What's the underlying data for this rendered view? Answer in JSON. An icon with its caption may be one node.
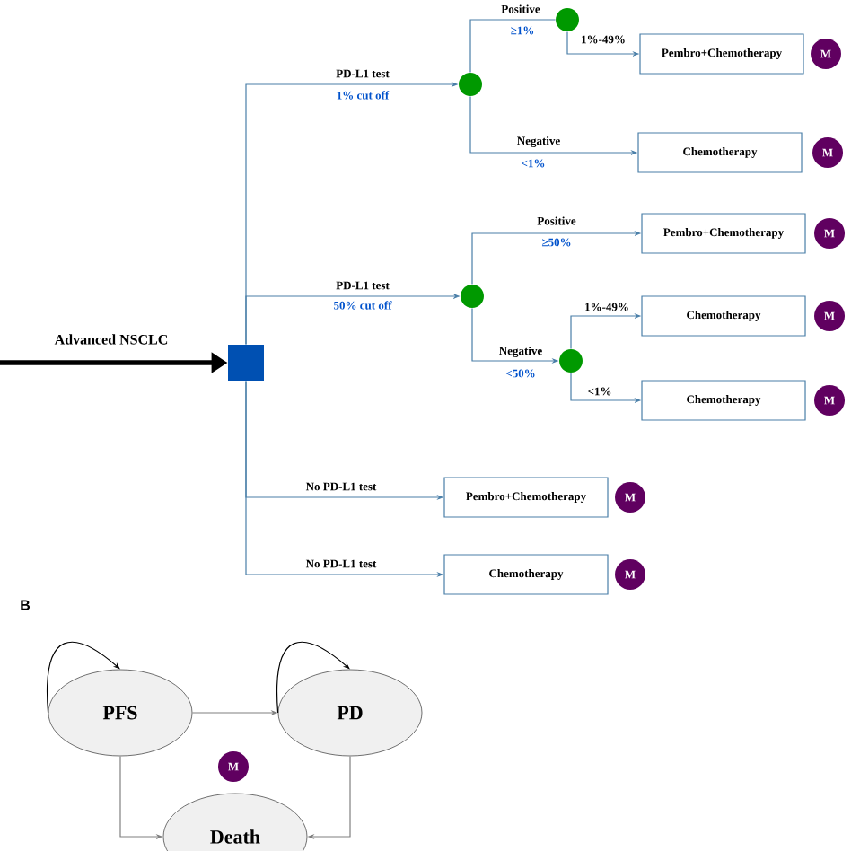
{
  "diagram": {
    "nodes": [
      {
        "text": [],
        "shape": "box"
      },
      {
        "text": [],
        "shape": "circle"
      },
      {
        "text": [],
        "shape": "circle"
      },
      {
        "text": [
          "Pembro+Chemotherapy"
        ]
      },
      {
        "text": [
          "M"
        ]
      },
      {
        "text": [
          "Chemotherapy"
        ]
      },
      {
        "text": [
          "M"
        ]
      },
      {
        "text": [],
        "shape": "circle"
      },
      {
        "text": [
          "Pembro+Chemotherapy"
        ]
      },
      {
        "text": [
          "M"
        ]
      },
      {
        "text": [],
        "shape": "circle"
      },
      {
        "text": [
          "Chemotherapy"
        ]
      },
      {
        "text": [
          "M"
        ]
      },
      {
        "text": [
          "Chemotherapy"
        ]
      },
      {
        "text": [
          "M"
        ]
      },
      {
        "text": [
          "Pembro+Chemotherapy"
        ]
      },
      {
        "text": [
          "M"
        ]
      },
      {
        "text": [
          "Chemotherapy"
        ]
      },
      {
        "text": [
          "M"
        ]
      },
      {
        "text": [
          "PFS"
        ]
      },
      {
        "text": [
          "PD"
        ]
      },
      {
        "text": [
          "M"
        ]
      },
      {
        "text": [
          "Death"
        ]
      }
    ],
    "edges": [
      {
        "from": null,
        "to": 0,
        "arrow": "to",
        "label": "Advanced NSCLC",
        "style": "thick",
        "color": "#000000"
      },
      {
        "from": 0,
        "to": 1,
        "arrow": "to",
        "label": "PD-L1 test"
      },
      {
        "from": 1,
        "to": 2,
        "arrow": "none",
        "label": "Positive"
      },
      {
        "from": 2,
        "to": 3,
        "arrow": "to",
        "label": "1%-49%"
      },
      {
        "from": 1,
        "to": 5,
        "arrow": "to",
        "label": "Negative"
      },
      {
        "from": 0,
        "to": 7,
        "arrow": "to",
        "label": "PD-L1 test"
      },
      {
        "from": 7,
        "to": 8,
        "arrow": "to",
        "label": "Positive"
      },
      {
        "from": 7,
        "to": 10,
        "arrow": "to",
        "label": "Negative"
      },
      {
        "from": 10,
        "to": 11,
        "arrow": "to",
        "label": "1%-49%"
      },
      {
        "from": 10,
        "to": 13,
        "arrow": "to",
        "label": "<1%"
      },
      {
        "from": 0,
        "to": 15,
        "arrow": "to",
        "label": "No PD-L1 test"
      },
      {
        "from": 0,
        "to": 17,
        "arrow": "to",
        "label": "No PD-L1 test"
      },
      {
        "from": 19,
        "to": 19,
        "arrow": "to",
        "color": "#000000"
      },
      {
        "from": 20,
        "to": 20,
        "arrow": "to",
        "color": "#000000"
      },
      {
        "from": 19,
        "to": 20,
        "arrow": "to",
        "color": "#808080"
      },
      {
        "from": 19,
        "to": 22,
        "arrow": "to",
        "color": "#808080"
      },
      {
        "from": 20,
        "to": 22,
        "arrow": "to",
        "color": "#808080"
      }
    ],
    "labels": [
      "≥1%",
      "1% cut off",
      "<1%",
      "≥50%",
      "50% cut off",
      "<50%",
      "B"
    ]
  }
}
